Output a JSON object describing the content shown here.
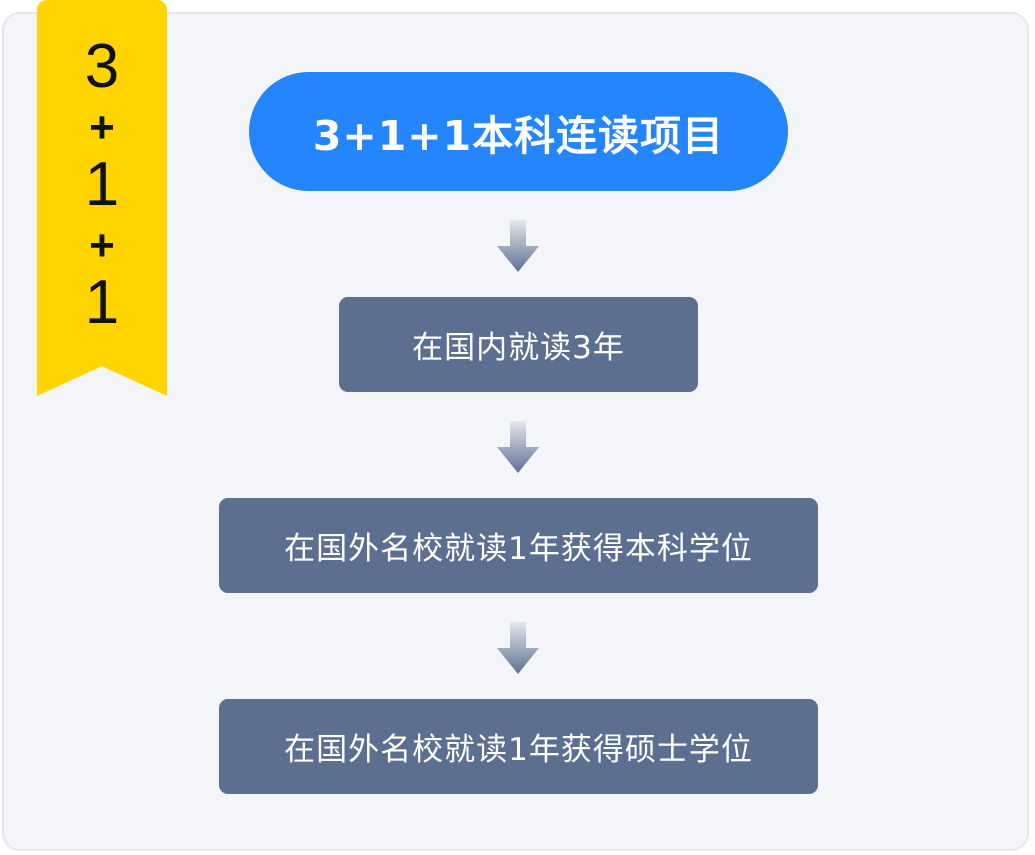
{
  "ribbon": {
    "chars": [
      "3",
      "+",
      "1",
      "+",
      "1"
    ]
  },
  "title": "3+1+1本科连读项目",
  "steps": [
    "在国内就读3年",
    "在国外名校就读1年获得本科学位",
    "在国外名校就读1年获得硕士学位"
  ],
  "colors": {
    "ribbon": "#ffd400",
    "title_pill": "#2485fd",
    "step_box": "#5c6f90",
    "background": "#f3f5f9"
  }
}
